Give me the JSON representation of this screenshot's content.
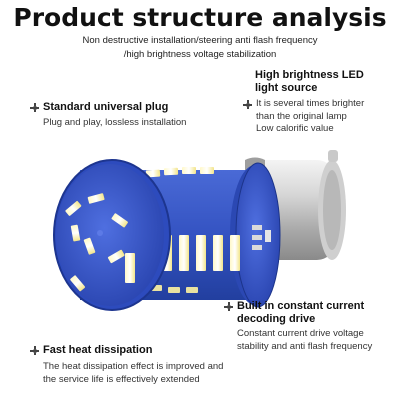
{
  "title": "Product structure analysis",
  "subtitle": {
    "line1": "Non destructive installation/steering anti flash frequency",
    "line2": "/high brightness voltage stabilization"
  },
  "features": {
    "plug": {
      "title": "Standard universal plug",
      "desc": [
        "Plug and play, lossless installation"
      ]
    },
    "led": {
      "title": [
        "High brightness LED",
        "light source"
      ],
      "desc": [
        "It is several times brighter",
        "than the original lamp",
        "Low calorific value"
      ]
    },
    "drive": {
      "title": [
        "Built in constant current",
        "decoding drive"
      ],
      "desc": [
        "Constant current drive voltage",
        "stability and anti flash frequency"
      ]
    },
    "heat": {
      "title": "Fast heat dissipation",
      "desc": [
        "The heat dissipation effect is improved and",
        "the service life is effectively extended"
      ]
    }
  },
  "icons": [
    "crosshair-marker-icon"
  ],
  "colors": {
    "pcb": "#3a58c9",
    "pcb_dark": "#1f3a9a",
    "led_chip": "#fff3a8",
    "metal": "#c9c9c9",
    "text": "#111111"
  }
}
